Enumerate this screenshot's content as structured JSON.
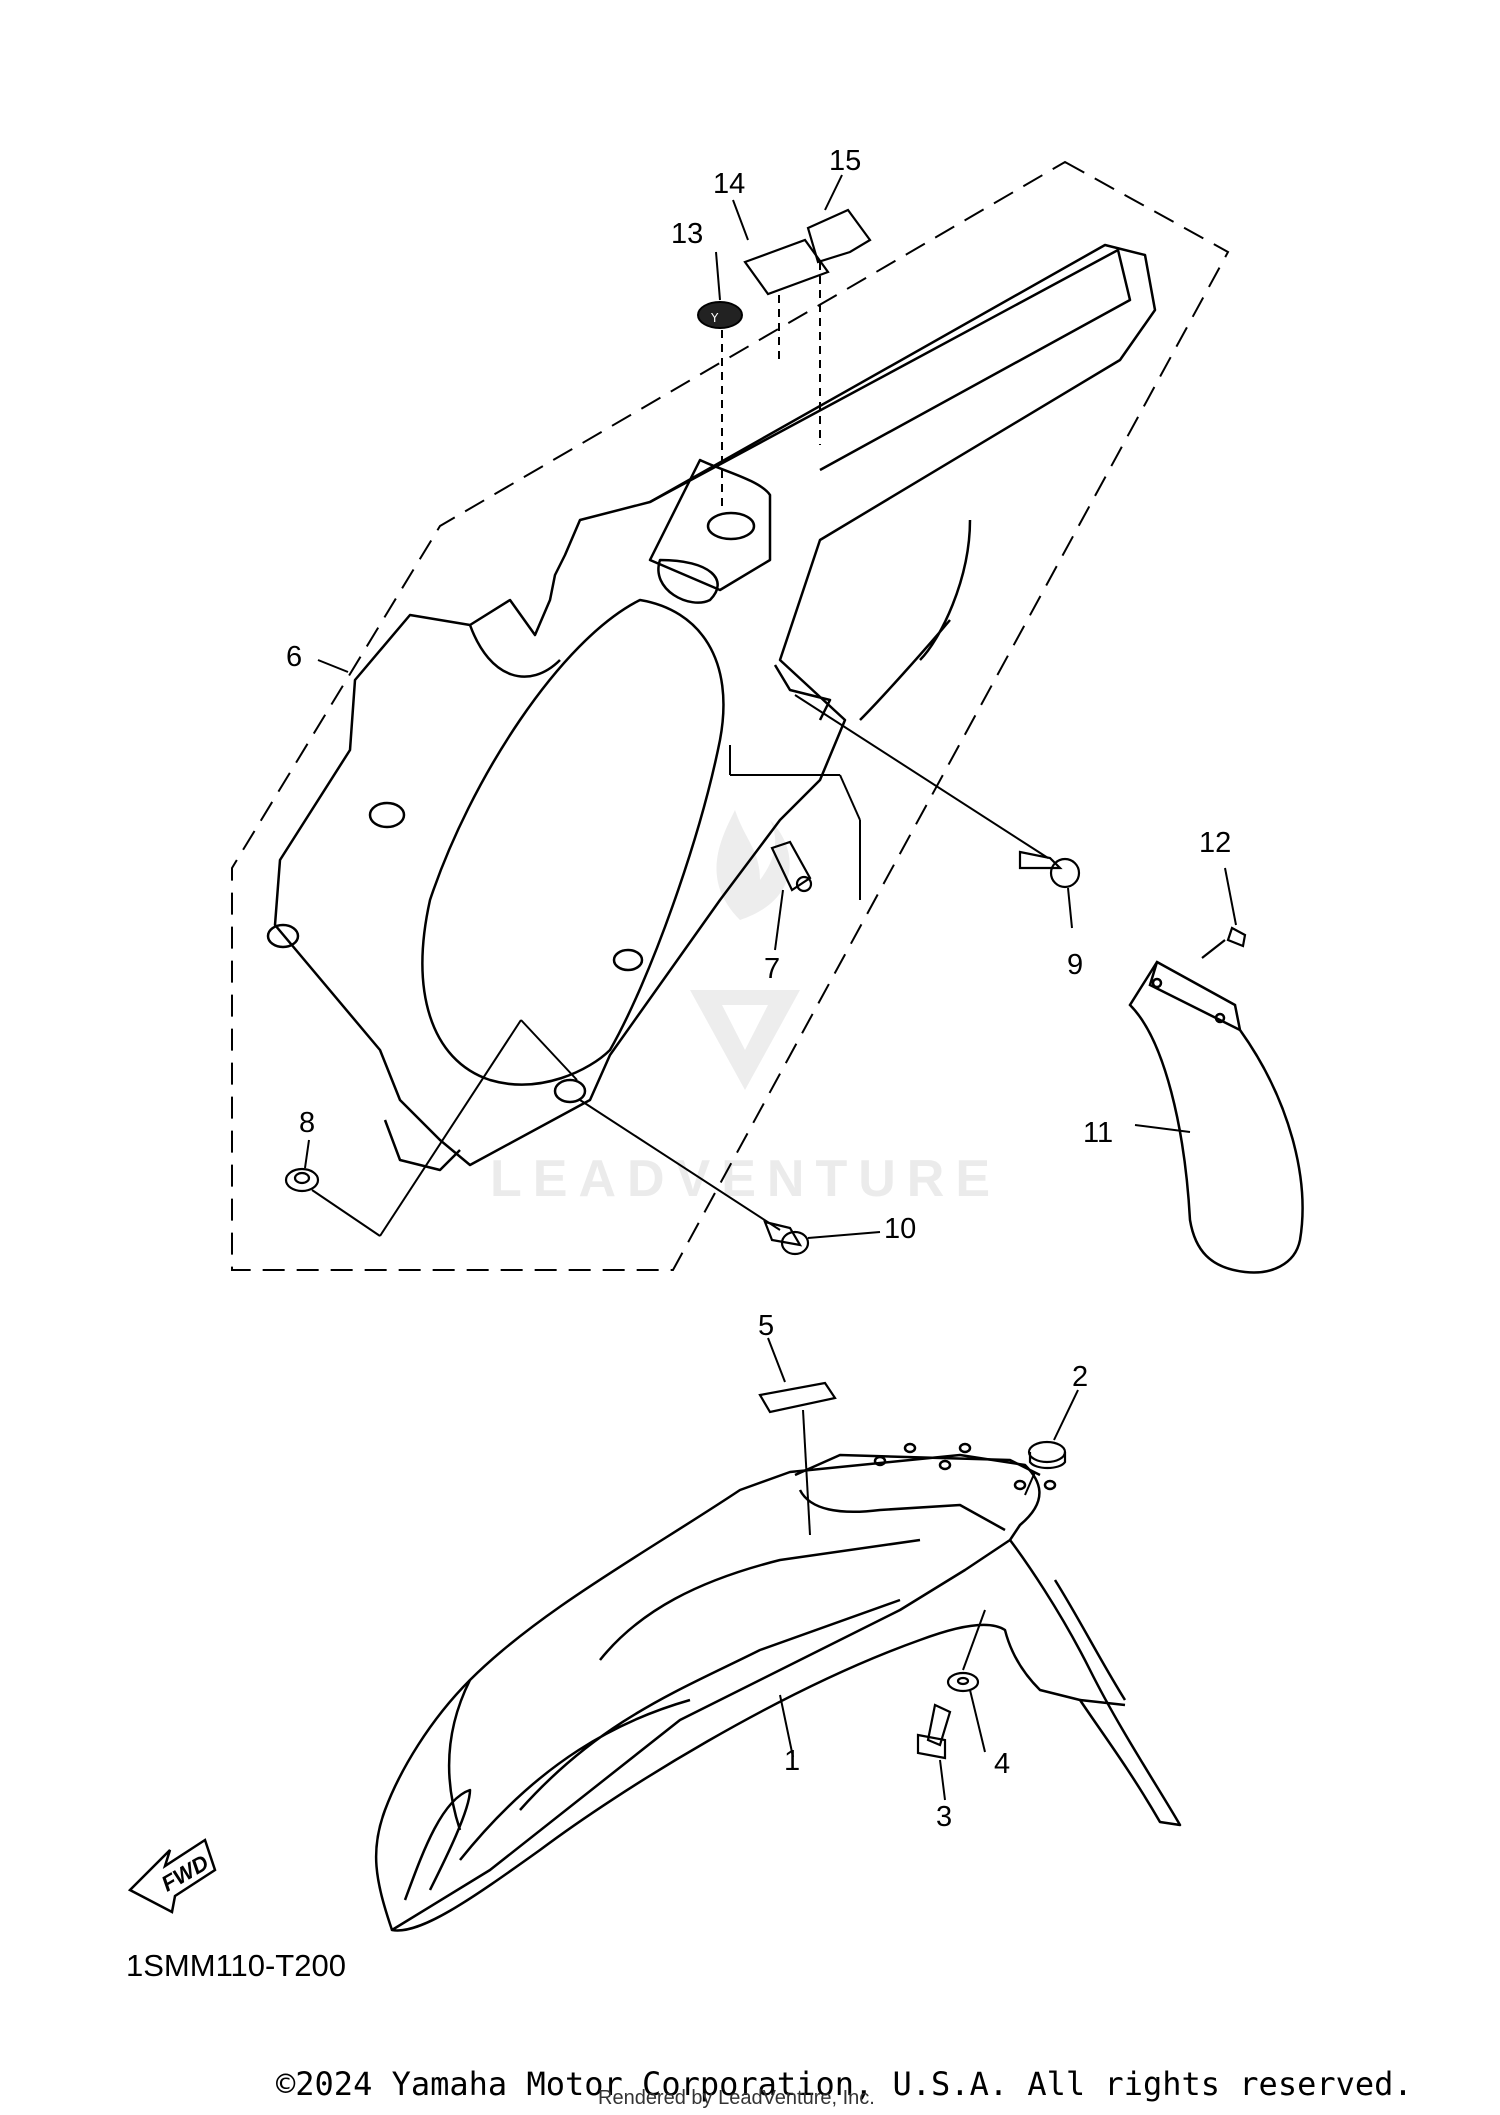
{
  "diagram": {
    "code": "1SMM110-T200",
    "fwd_label": "FWD",
    "watermark": "LEADVENTURE",
    "callouts": [
      "1",
      "2",
      "3",
      "4",
      "5",
      "6",
      "7",
      "8",
      "9",
      "10",
      "11",
      "12",
      "13",
      "14",
      "15"
    ]
  },
  "footer": {
    "copyright": "©2024 Yamaha Motor Corporation, U.S.A. All rights reserved.",
    "rendered_by": "Rendered by LeadVenture, Inc."
  }
}
